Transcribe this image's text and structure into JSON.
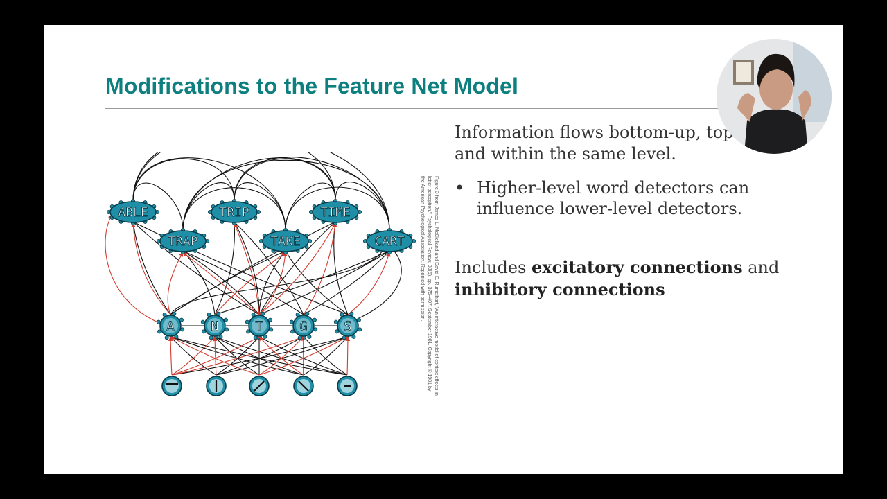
{
  "slide": {
    "title": "Modifications to the Feature Net Model",
    "para1": "Information flows bottom-up, top-down, and within the same level.",
    "bullet": "Higher-level word detectors can influence lower-level detectors.",
    "bullet_marker": "•",
    "para2_pre": "Includes ",
    "para2_b1": "excitatory connections",
    "para2_mid": " and ",
    "para2_b2": "inhibitory connections",
    "credit": "Figure 3 from James L. McClelland and David E. Rumelhart, \"An interactive model of context effects in letter perception,\" Psychological Review, 88(5), pp. 375–407, September 1981. Copyright © 1981 by the American Psychological Association. Reprinted with permission."
  },
  "diagram": {
    "word_nodes": [
      "ABLE",
      "TRIP",
      "TIME",
      "TRAP",
      "TAKE",
      "CART"
    ],
    "letter_nodes": [
      "A",
      "N",
      "T",
      "G",
      "S"
    ],
    "feature_nodes": [
      "horizontal-bar",
      "vertical-bar",
      "diagonal-right",
      "diagonal-left",
      "short-horizontal"
    ]
  },
  "colors": {
    "title": "#0c7f7e",
    "node_fill": "#1f8fa8",
    "excitatory": "#d23b2e",
    "inhibitory": "#111111"
  },
  "webcam": {
    "icon": "presenter-video"
  }
}
